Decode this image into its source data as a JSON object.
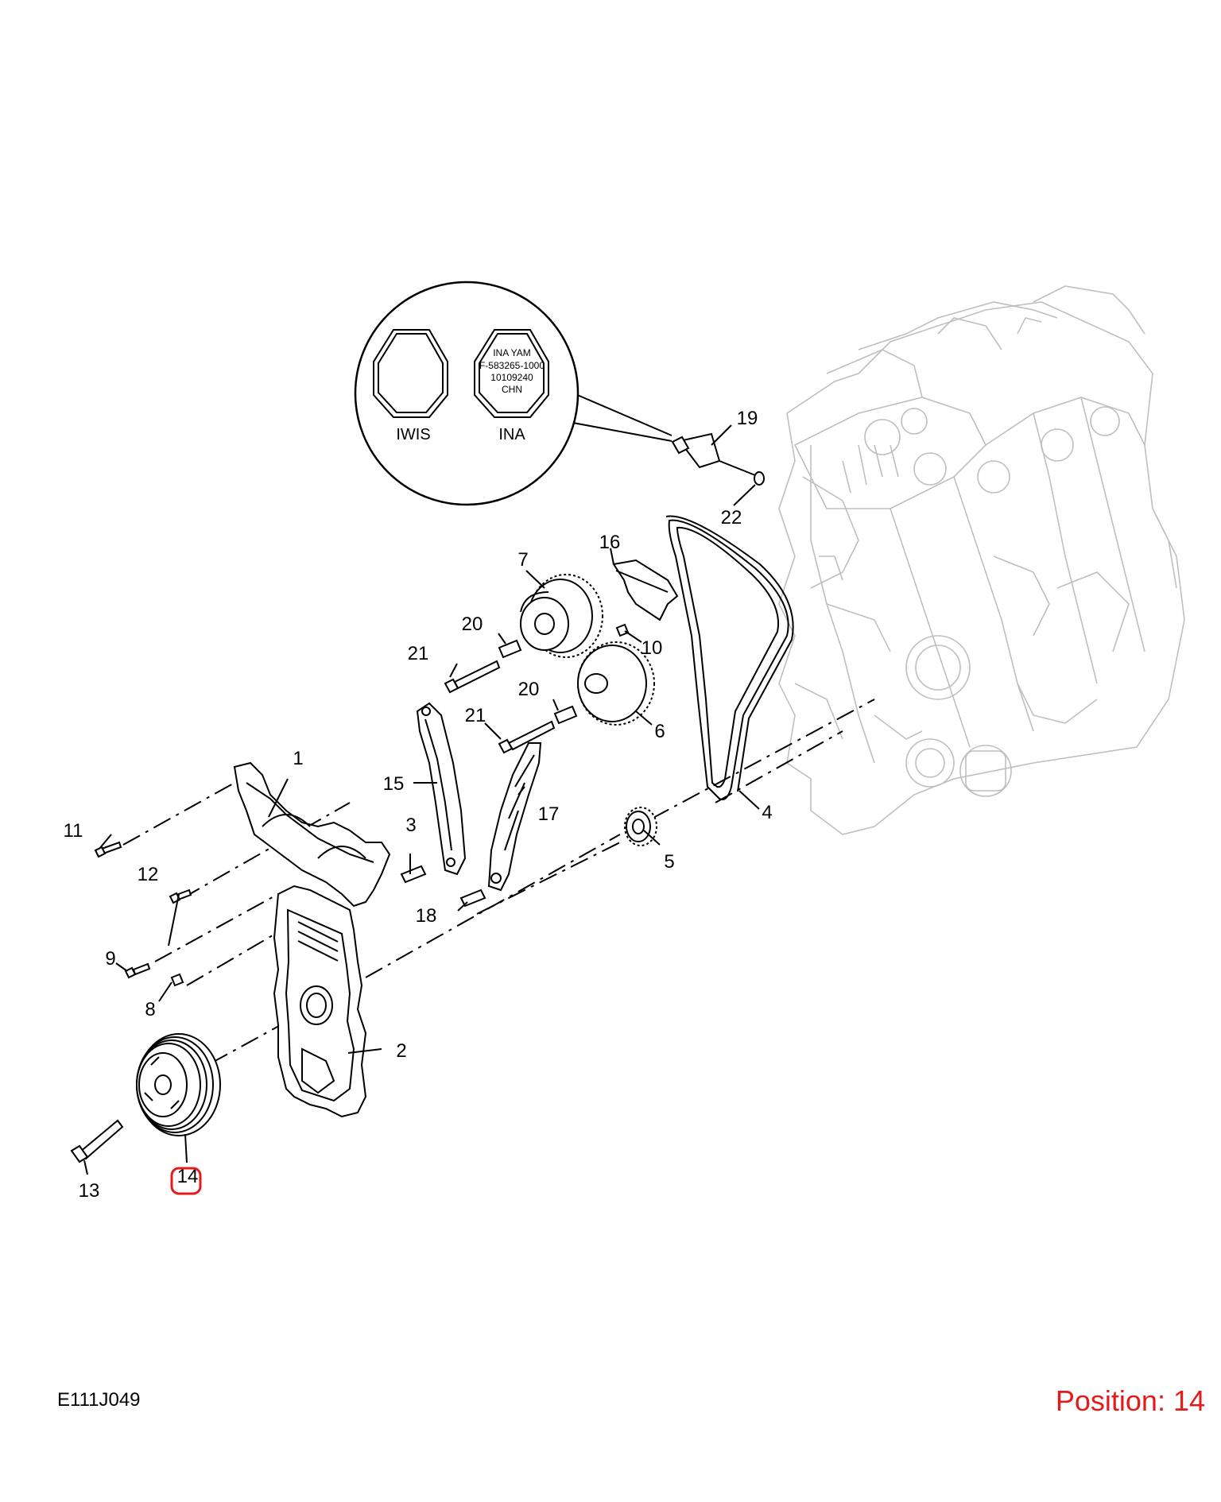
{
  "diagram": {
    "figure_code": "E111J049",
    "position_label": "Position: 14",
    "selected_callout": "14",
    "highlight_color": "#e31b1b",
    "inset": {
      "left_label": "IWIS",
      "right_label": "INA",
      "stamp_lines": [
        "INA YAM",
        "F-583265-1000",
        "10109240",
        "CHN"
      ]
    },
    "callouts": [
      "1",
      "2",
      "3",
      "4",
      "5",
      "6",
      "7",
      "8",
      "9",
      "10",
      "11",
      "12",
      "13",
      "14",
      "15",
      "16",
      "17",
      "18",
      "19",
      "20",
      "20",
      "21",
      "21",
      "22"
    ]
  }
}
